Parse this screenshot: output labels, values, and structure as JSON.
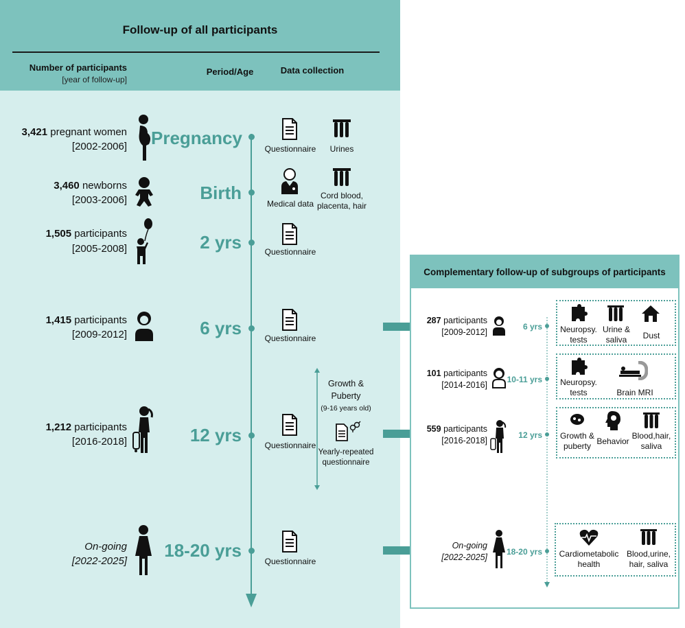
{
  "main": {
    "title": "Follow-up of all participants",
    "col_participants": "Number of participants",
    "col_participants_sub": "[year of follow-up]",
    "col_period": "Period/Age",
    "col_data": "Data collection",
    "rows": [
      {
        "count": "3,421",
        "count_text": " pregnant women",
        "years": "[2002-2006]",
        "period": "Pregnancy"
      },
      {
        "count": "3,460",
        "count_text": " newborns",
        "years": "[2003-2006]",
        "period": "Birth"
      },
      {
        "count": "1,505",
        "count_text": " participants",
        "years": "[2005-2008]",
        "period": "2 yrs"
      },
      {
        "count": "1,415",
        "count_text": " participants",
        "years": "[2009-2012]",
        "period": "6 yrs"
      },
      {
        "count": "1,212",
        "count_text": " participants",
        "years": "[2016-2018]",
        "period": "12 yrs"
      },
      {
        "count": "On-going",
        "count_text": "",
        "years": "[2022-2025]",
        "period": "18-20 yrs"
      }
    ],
    "data": {
      "questionnaire": "Questionnaire",
      "urines": "Urines",
      "medical": "Medical data",
      "cord": "Cord blood, placenta, hair"
    },
    "growth": {
      "title1": "Growth &",
      "title2": "Puberty",
      "sub": "(9-16 years old)",
      "yearly1": "Yearly-repeated",
      "yearly2": "questionnaire"
    }
  },
  "comp": {
    "title": "Complementary follow-up of subgroups of participants",
    "rows": [
      {
        "count": "287",
        "count_text": " participants",
        "years": "[2009-2012]",
        "period": "6 yrs",
        "items": [
          "Neuropsy. tests",
          "Urine & saliva",
          "Dust"
        ]
      },
      {
        "count": "101",
        "count_text": " participants",
        "years": "[2014-2016]",
        "period": "10-11 yrs",
        "items": [
          "Neuropsy. tests",
          "Brain MRI"
        ]
      },
      {
        "count": "559",
        "count_text": " participants",
        "years": "[2016-2018]",
        "period": "12 yrs",
        "items": [
          "Growth & puberty",
          "Behavior",
          "Blood,hair, saliva"
        ]
      },
      {
        "count": "On-going",
        "count_text": "",
        "years": "[2022-2025]",
        "period": "18-20 yrs",
        "items": [
          "Cardiometabolic health",
          "Blood,urine, hair, saliva"
        ]
      }
    ]
  },
  "colors": {
    "header": "#7dc2bd",
    "panel": "#d6eeed",
    "accent": "#4a9e97"
  },
  "icons": [
    "pregnant-woman-icon",
    "baby-icon",
    "child-balloon-icon",
    "boy-icon",
    "teen-icon",
    "woman-icon",
    "document-icon",
    "test-tubes-icon",
    "doctor-icon",
    "puzzle-icon",
    "house-icon",
    "mri-icon",
    "brain-icon",
    "heart-icon",
    "gender-icon",
    "arrow-right-icon"
  ]
}
